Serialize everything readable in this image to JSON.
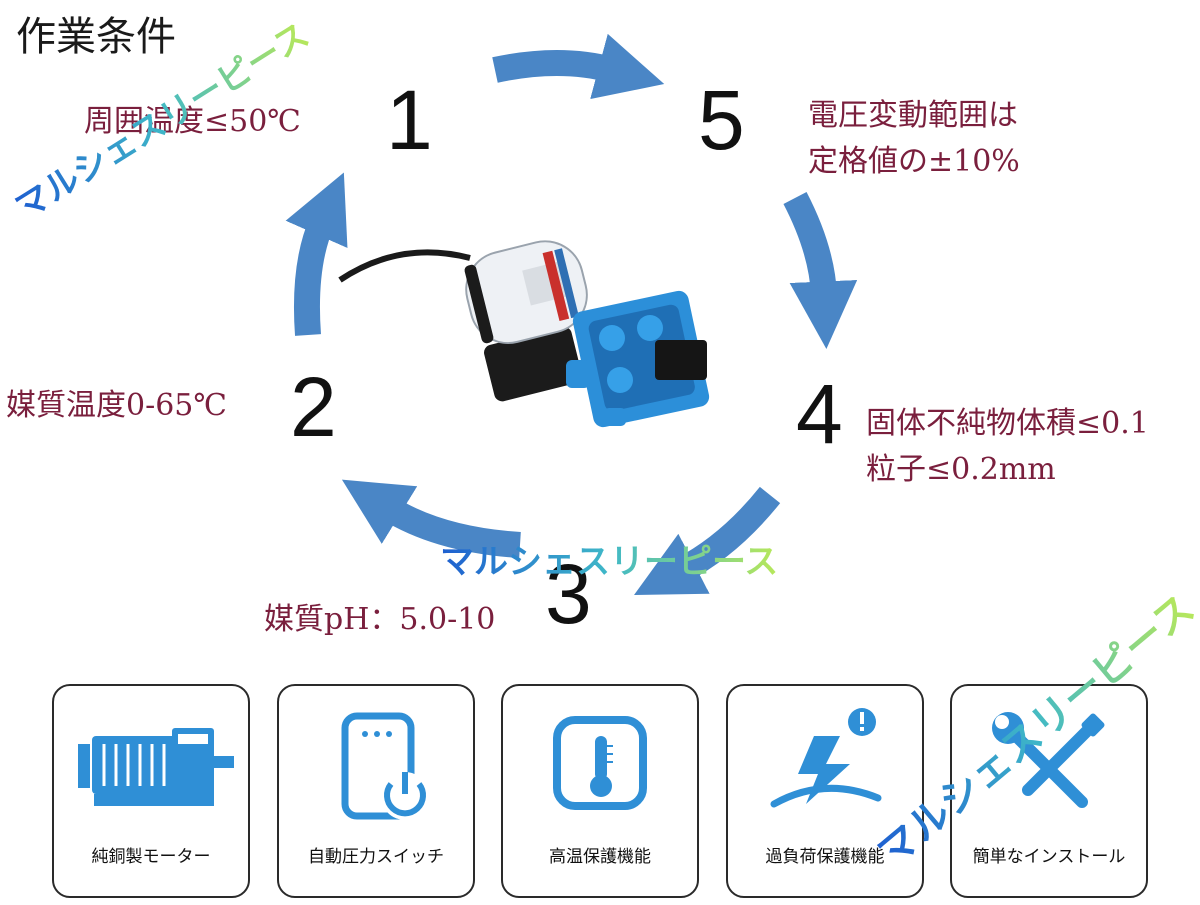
{
  "title": "作業条件",
  "numbers": [
    "1",
    "5",
    "4",
    "3",
    "2"
  ],
  "conditions": {
    "c1": "周囲温度≤50℃",
    "c5_line1": "電圧変動範囲は",
    "c5_line2": "定格値の±10%",
    "c4_line1": "固体不純物体積≤0.1",
    "c4_line2": "粒子≤0.2mm",
    "c3": "媒質pH：5.0-10",
    "c2": "媒質温度0-65℃"
  },
  "watermark": "マルシェスリーピース",
  "features": [
    {
      "label": "純銅製モーター",
      "icon": "motor-icon"
    },
    {
      "label": "自動圧力スイッチ",
      "icon": "pressure-switch-icon"
    },
    {
      "label": "高温保護機能",
      "icon": "thermometer-icon"
    },
    {
      "label": "過負荷保護機能",
      "icon": "lightning-alert-icon"
    },
    {
      "label": "簡単なインストール",
      "icon": "wrench-screwdriver-icon"
    }
  ],
  "colors": {
    "arrow": "#4a86c6",
    "icon": "#2f8fd6",
    "condition_text": "#7a1f3d"
  }
}
